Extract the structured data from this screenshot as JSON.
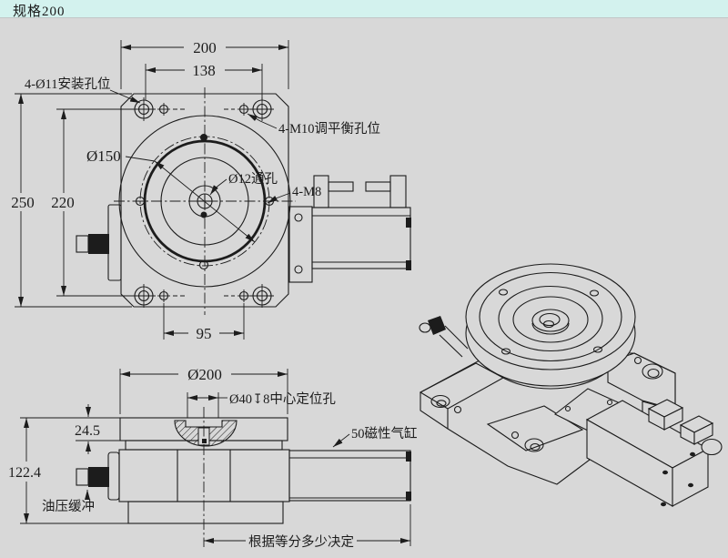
{
  "page": {
    "background": "#d8d8d8",
    "line_color": "#1c1c1c",
    "header_bg": "#d3f2ee"
  },
  "header": {
    "title": "规格200"
  },
  "top_view": {
    "dims": {
      "overall_width": "200",
      "mount_hole_span_x": "138",
      "overall_height": "250",
      "mount_hole_span_y": "220",
      "balance_hole_span": "95"
    },
    "labels": {
      "mount_holes": "4-Ø11安装孔位",
      "balance_holes": "4-M10调平衡孔位",
      "pitch_circle": "Ø150",
      "through_hole": "Ø12通孔",
      "tapped_holes": "4-M8"
    }
  },
  "front_view": {
    "dims": {
      "table_dia": "Ø200",
      "center_locating_hole": "Ø40↧8中心定位孔",
      "table_height": "24.5",
      "total_height": "122.4"
    },
    "labels": {
      "hydraulic_buffer": "油压缓冲",
      "magnetic_cylinder": "50磁性气缸",
      "stroke_note": "根据等分多少决定"
    }
  }
}
